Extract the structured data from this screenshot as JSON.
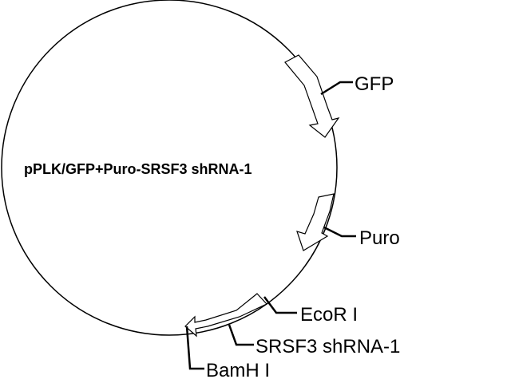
{
  "plasmid": {
    "name": "pPLK/GFP+Puro-SRSF3 shRNA-1"
  },
  "features": [
    {
      "id": "gfp",
      "label": "GFP"
    },
    {
      "id": "puro",
      "label": "Puro"
    },
    {
      "id": "srsf3",
      "label": "SRSF3 shRNA-1"
    }
  ],
  "sites": [
    {
      "id": "ecori",
      "label": "EcoR I"
    },
    {
      "id": "bamhi",
      "label": "BamH I"
    }
  ],
  "colors": {
    "line": "#000000",
    "feature_fill": "#ffffff",
    "background": "#ffffff"
  }
}
